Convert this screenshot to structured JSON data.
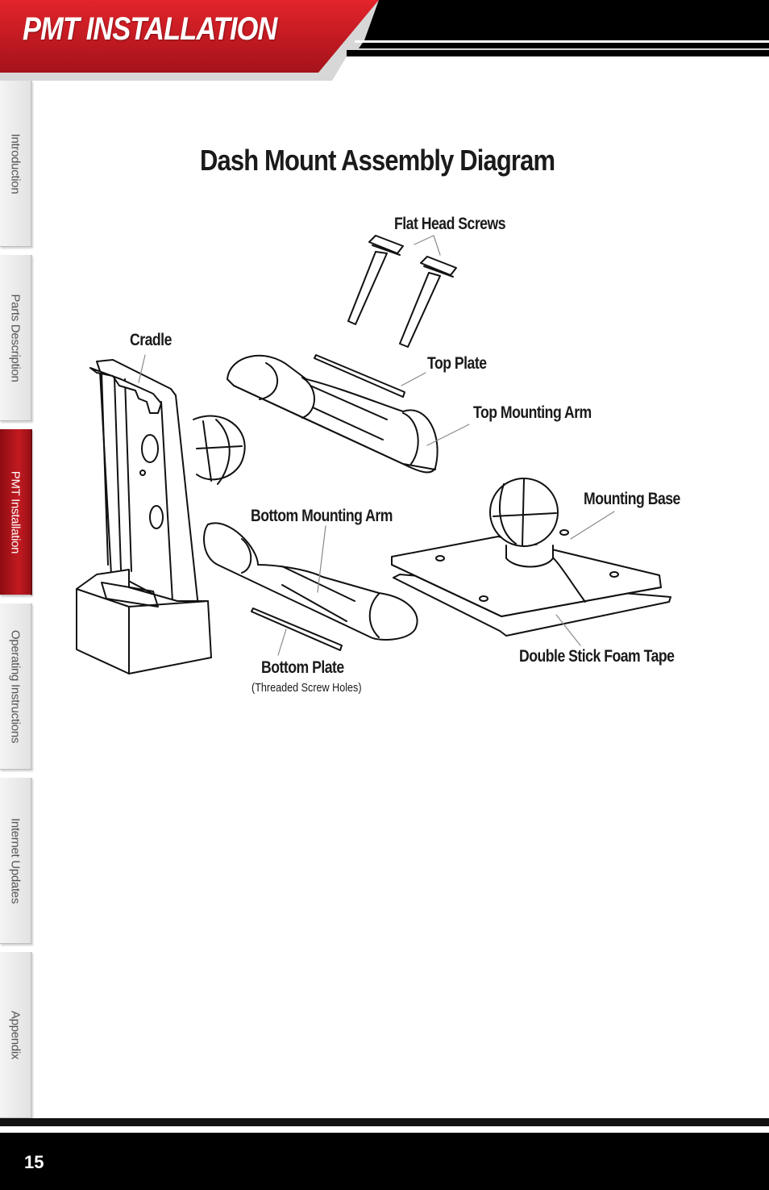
{
  "header": {
    "title": "PMT INSTALLATION",
    "accent_color": "#c21a21"
  },
  "tabs": [
    {
      "label": "Introduction",
      "active": false
    },
    {
      "label": "Parts Description",
      "active": false
    },
    {
      "label": "PMT Installation",
      "active": true
    },
    {
      "label": "Operating Instructions",
      "active": false
    },
    {
      "label": "Internet Updates",
      "active": false
    },
    {
      "label": "Appendix",
      "active": false
    }
  ],
  "main": {
    "title": "Dash Mount Assembly Diagram",
    "callouts": {
      "flat_head_screws": "Flat Head Screws",
      "cradle": "Cradle",
      "top_plate": "Top Plate",
      "top_mounting_arm": "Top Mounting Arm",
      "mounting_base": "Mounting Base",
      "bottom_mounting_arm": "Bottom Mounting Arm",
      "double_stick_foam_tape": "Double Stick Foam Tape",
      "bottom_plate": "Bottom Plate",
      "bottom_plate_note": "(Threaded Screw Holes)"
    }
  },
  "footer": {
    "page_number": "15"
  }
}
